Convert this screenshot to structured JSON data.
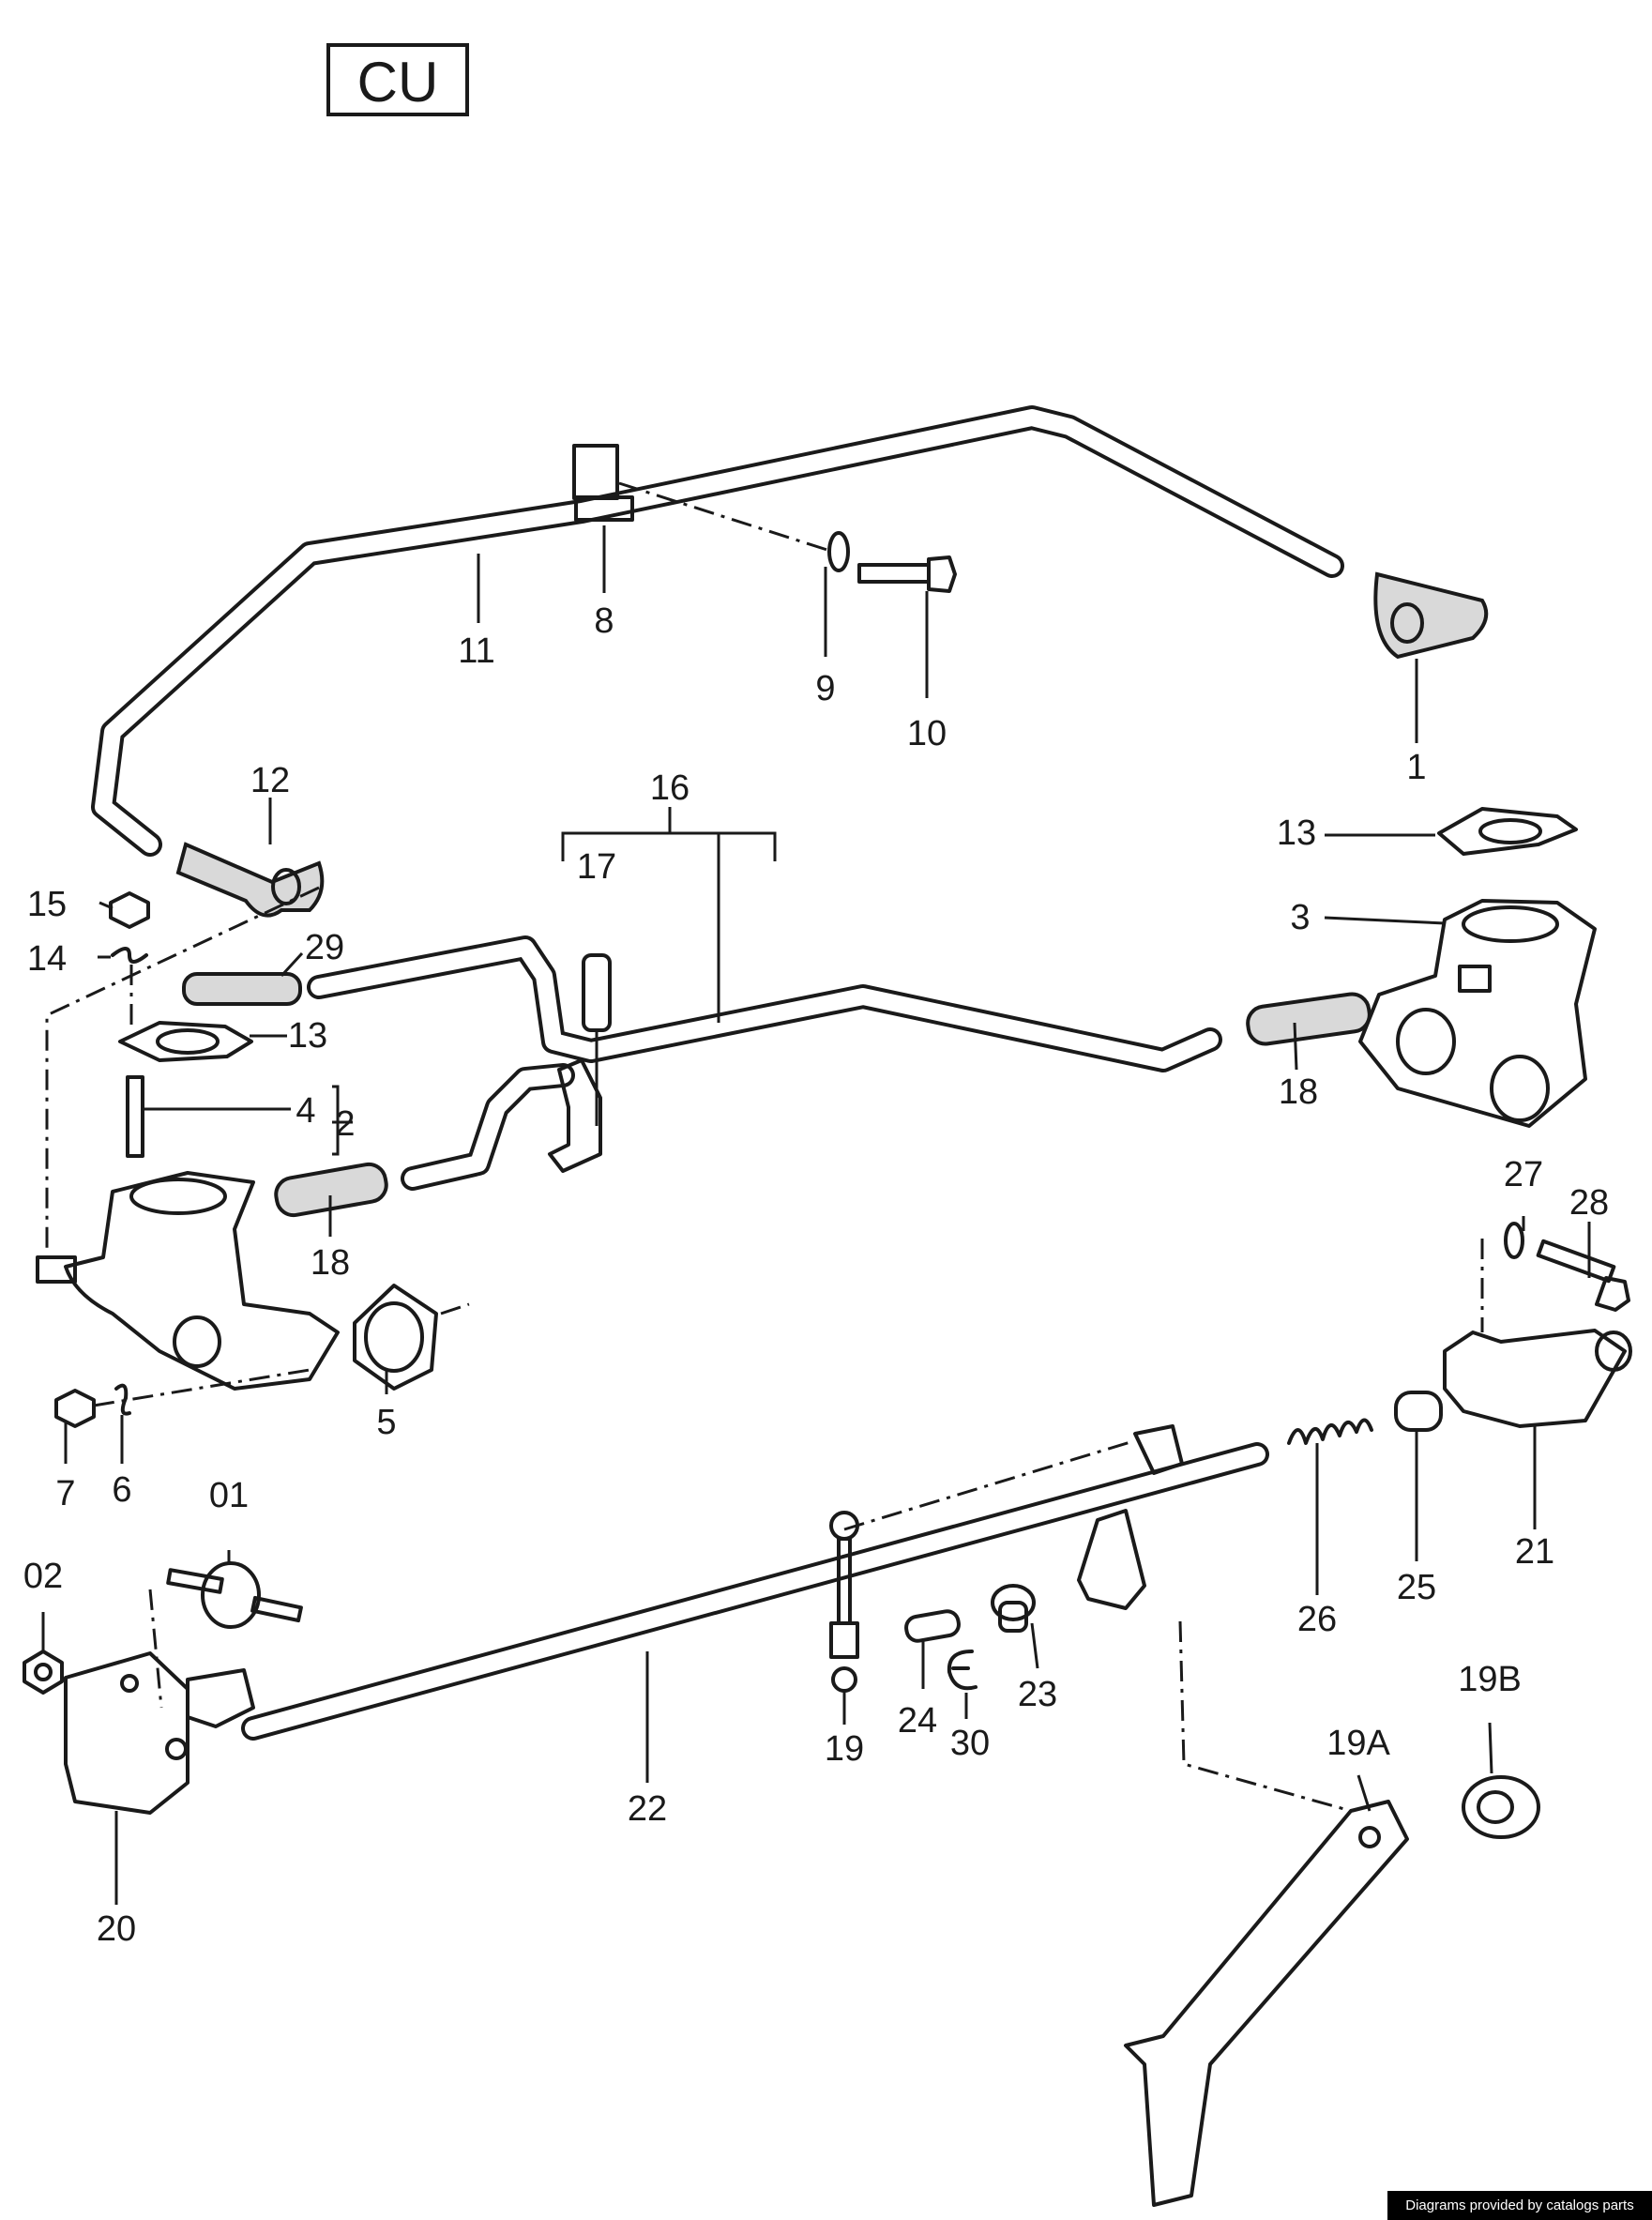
{
  "code_box": "CU",
  "credit": "Diagrams provided by catalogs parts",
  "callouts": {
    "p1": "1",
    "p2": "2",
    "p3": "3",
    "p4": "4",
    "p5": "5",
    "p6": "6",
    "p7": "7",
    "p8": "8",
    "p9": "9",
    "p10": "10",
    "p11": "11",
    "p12": "12",
    "p13a": "13",
    "p13b": "13",
    "p14": "14",
    "p15": "15",
    "p16": "16",
    "p17": "17",
    "p18a": "18",
    "p18b": "18",
    "p19": "19",
    "p19a": "19A",
    "p19b": "19B",
    "p20": "20",
    "p21": "21",
    "p22": "22",
    "p23": "23",
    "p24": "24",
    "p25": "25",
    "p26": "26",
    "p27": "27",
    "p28": "28",
    "p29": "29",
    "p30": "30",
    "p01": "01",
    "p02": "02"
  }
}
